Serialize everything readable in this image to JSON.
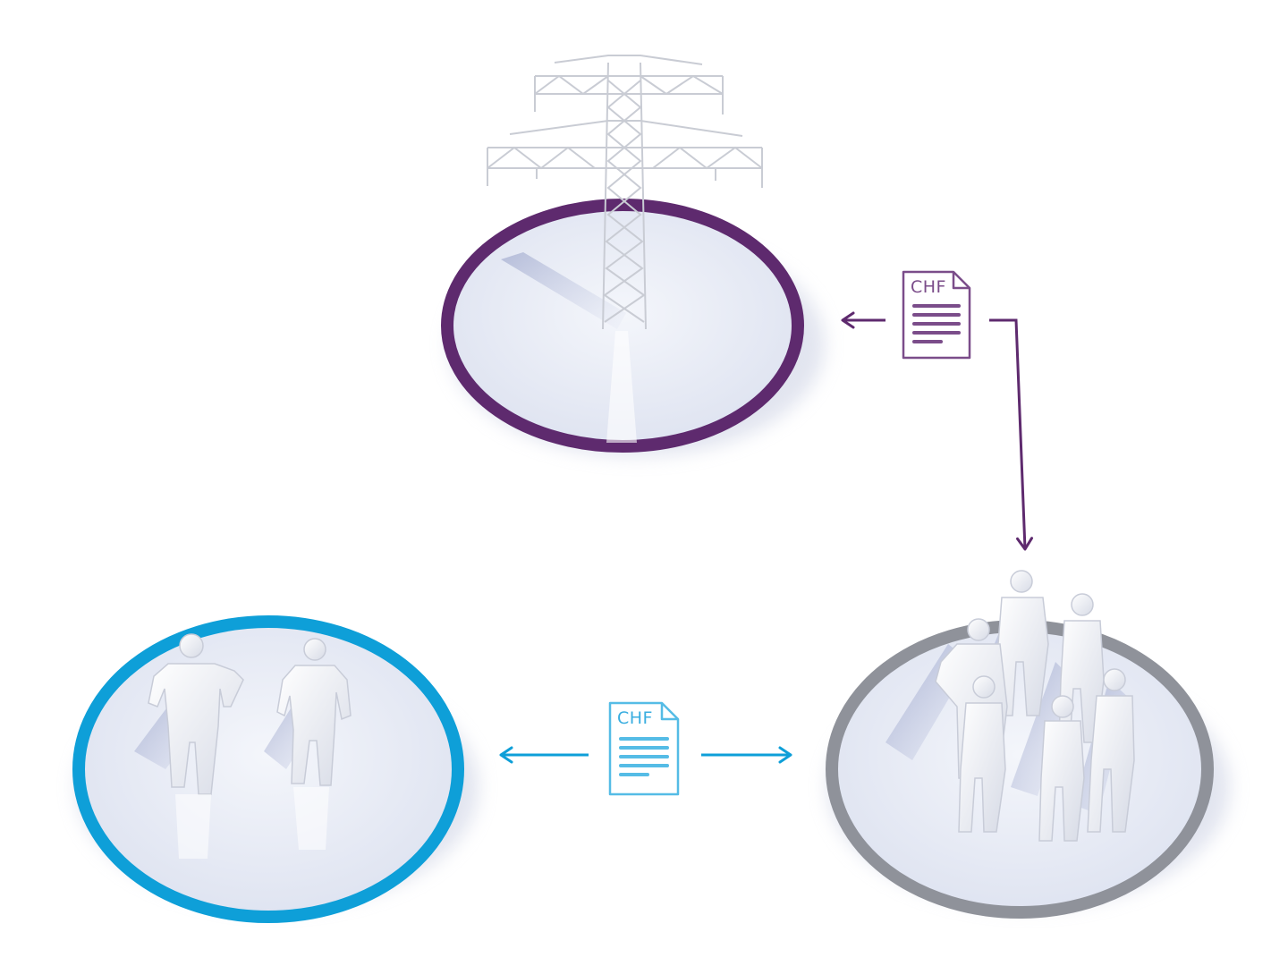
{
  "documents": {
    "top": {
      "label": "CHF",
      "icon": "invoice-document-icon"
    },
    "bottom": {
      "label": "CHF",
      "icon": "invoice-document-icon"
    }
  },
  "colors": {
    "grid_operator": "#5e2a6e",
    "supplier": "#0e9fd8",
    "consumers": "#8f929a",
    "platform_fill": "#e9ecf6",
    "figure": "#f4f5f8"
  },
  "nodes": [
    {
      "id": "grid-operator",
      "icon": "power-pylon-icon"
    },
    {
      "id": "energy-supplier",
      "icon": "two-people-icon"
    },
    {
      "id": "consumers-group",
      "icon": "group-of-people-icon"
    }
  ]
}
